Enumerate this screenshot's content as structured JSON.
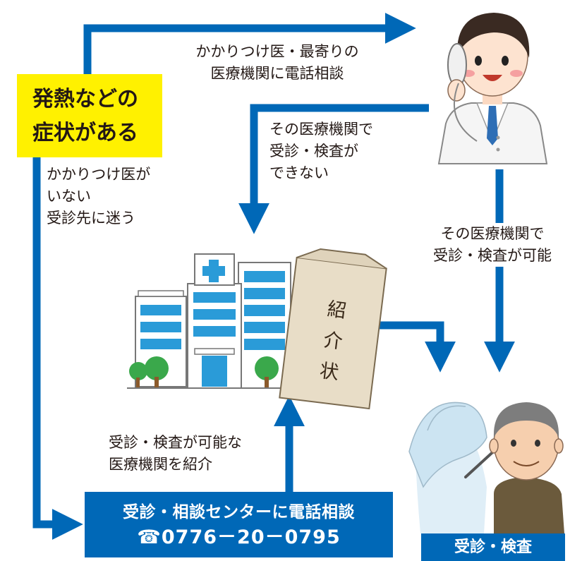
{
  "symptom": {
    "lines": [
      "発熱などの",
      "症状がある"
    ]
  },
  "labels": {
    "call_doctor": [
      "かかりつけ医・最寄りの",
      "医療機関に電話相談"
    ],
    "cannot_exam": [
      "その医療機関で",
      "受診・検査が",
      "できない"
    ],
    "no_doctor": [
      "かかりつけ医が",
      "いない",
      "受診先に迷う"
    ],
    "can_exam": [
      "その医療機関で",
      "受診・検査が可能"
    ],
    "introduce": [
      "受診・検査が可能な",
      "医療機関を紹介"
    ]
  },
  "letter": {
    "chars": [
      "紹",
      "介",
      "状"
    ]
  },
  "center": {
    "title": "受診・相談センターに電話相談",
    "phone": "☎0776－20－0795"
  },
  "exam": {
    "label": "受診・検査"
  },
  "colors": {
    "arrow_blue": "#0068b7",
    "symptom_yellow": "#fff100"
  },
  "icons": [
    "doctor-on-phone-icon",
    "hospital-icon",
    "referral-letter-icon",
    "patient-exam-icon"
  ]
}
